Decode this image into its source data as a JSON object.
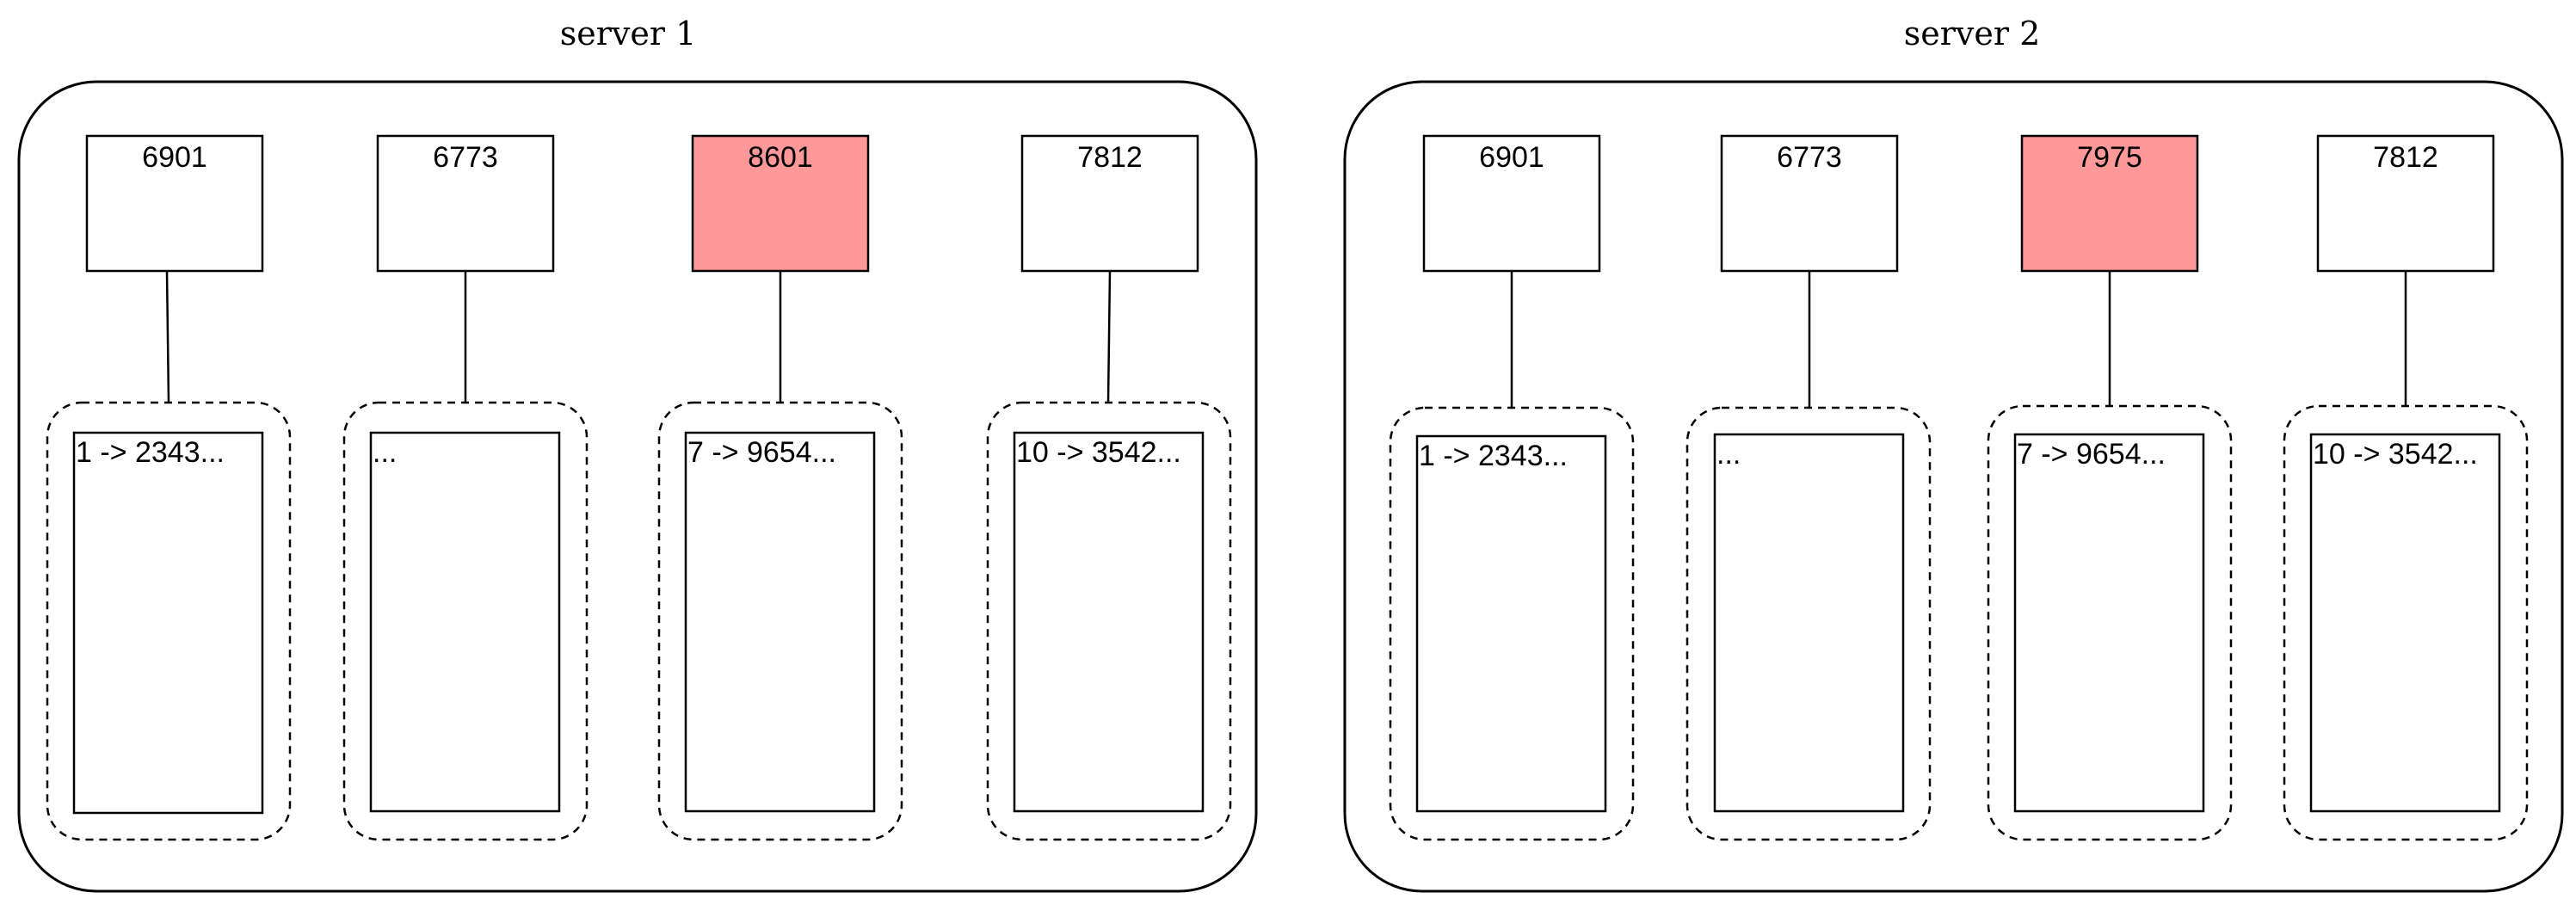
{
  "diagram": {
    "highlight_color": "#ff9999",
    "stroke_color": "#000000",
    "servers": [
      {
        "title": "server 1",
        "nodes": [
          {
            "port": "6901",
            "data": "1 -> 2343...",
            "highlighted": false
          },
          {
            "port": "6773",
            "data": "...",
            "highlighted": false
          },
          {
            "port": "8601",
            "data": "7 -> 9654...",
            "highlighted": true
          },
          {
            "port": "7812",
            "data": "10 -> 3542...",
            "highlighted": false
          }
        ]
      },
      {
        "title": "server 2",
        "nodes": [
          {
            "port": "6901",
            "data": "1 -> 2343...",
            "highlighted": false
          },
          {
            "port": "6773",
            "data": "...",
            "highlighted": false
          },
          {
            "port": "7975",
            "data": "7 -> 9654...",
            "highlighted": true
          },
          {
            "port": "7812",
            "data": "10 -> 3542...",
            "highlighted": false
          }
        ]
      }
    ]
  }
}
